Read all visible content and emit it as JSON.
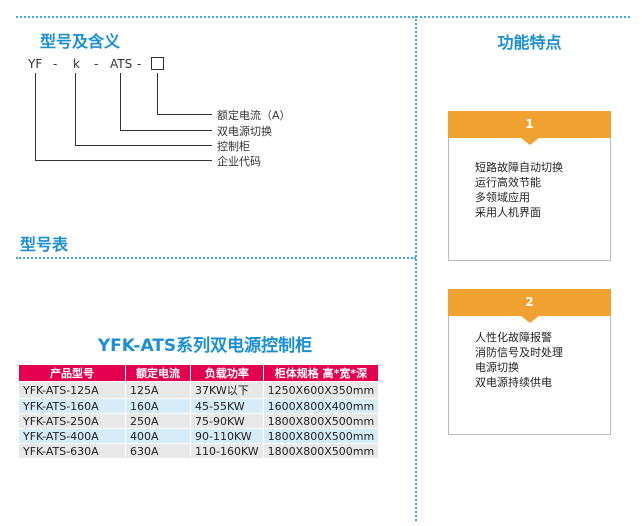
{
  "model_section": {
    "title": "型号及含义",
    "code": {
      "yf": "YF",
      "k": "k",
      "ats": "ATS",
      "dash": "-"
    },
    "legend": [
      "额定电流（A）",
      "双电源切换",
      "控制柜",
      "企业代码"
    ]
  },
  "model_table_section": {
    "title": "型号表"
  },
  "table": {
    "title": "YFK-ATS系列双电源控制柜",
    "headers": [
      "产品型号",
      "额定电流",
      "负载功率",
      "柜体规格  高*宽*深"
    ],
    "rows": [
      [
        "YFK-ATS-125A",
        "125A",
        "37KW以下",
        "1250X600X350mm"
      ],
      [
        "YFK-ATS-160A",
        "160A",
        "45-55KW",
        "1600X800X400mm"
      ],
      [
        "YFK-ATS-250A",
        "250A",
        "75-90KW",
        "1800X800X500mm"
      ],
      [
        "YFK-ATS-400A",
        "400A",
        "90-110KW",
        "1800X800X500mm"
      ],
      [
        "YFK-ATS-630A",
        "630A",
        "110-160KW",
        "1800X800X500mm"
      ]
    ]
  },
  "features": {
    "title": "功能特点",
    "cards": [
      {
        "number": "1",
        "items": [
          "短路故障自动切换",
          "运行高效节能",
          "多领域应用",
          "采用人机界面"
        ]
      },
      {
        "number": "2",
        "items": [
          "人性化故障报警",
          "消防信号及时处理",
          "电源切换",
          "双电源持续供电"
        ]
      }
    ]
  },
  "colors": {
    "accent_blue": "#1a8fd6",
    "dot_blue": "#3fa7e0",
    "table_header": "#e5004f",
    "card_orange": "#f0a231"
  }
}
